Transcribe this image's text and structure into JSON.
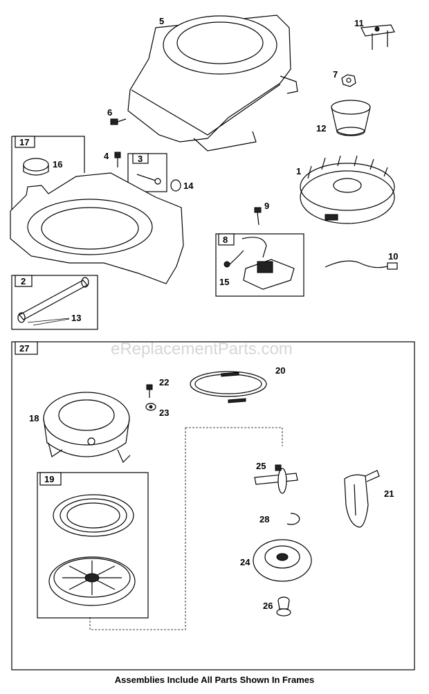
{
  "watermark": "eReplacementParts.com",
  "footer": "Assemblies Include All Parts Shown In Frames",
  "callouts": {
    "c1": "1",
    "c2": "2",
    "c3": "3",
    "c4": "4",
    "c5": "5",
    "c6": "6",
    "c7": "7",
    "c8": "8",
    "c9": "9",
    "c10": "10",
    "c11": "11",
    "c12": "12",
    "c13": "13",
    "c14": "14",
    "c15": "15",
    "c16": "16",
    "c17": "17",
    "c18": "18",
    "c19": "19",
    "c20": "20",
    "c21": "21",
    "c22": "22",
    "c23": "23",
    "c24": "24",
    "c25": "25",
    "c26": "26",
    "c27": "27",
    "c28": "28"
  }
}
